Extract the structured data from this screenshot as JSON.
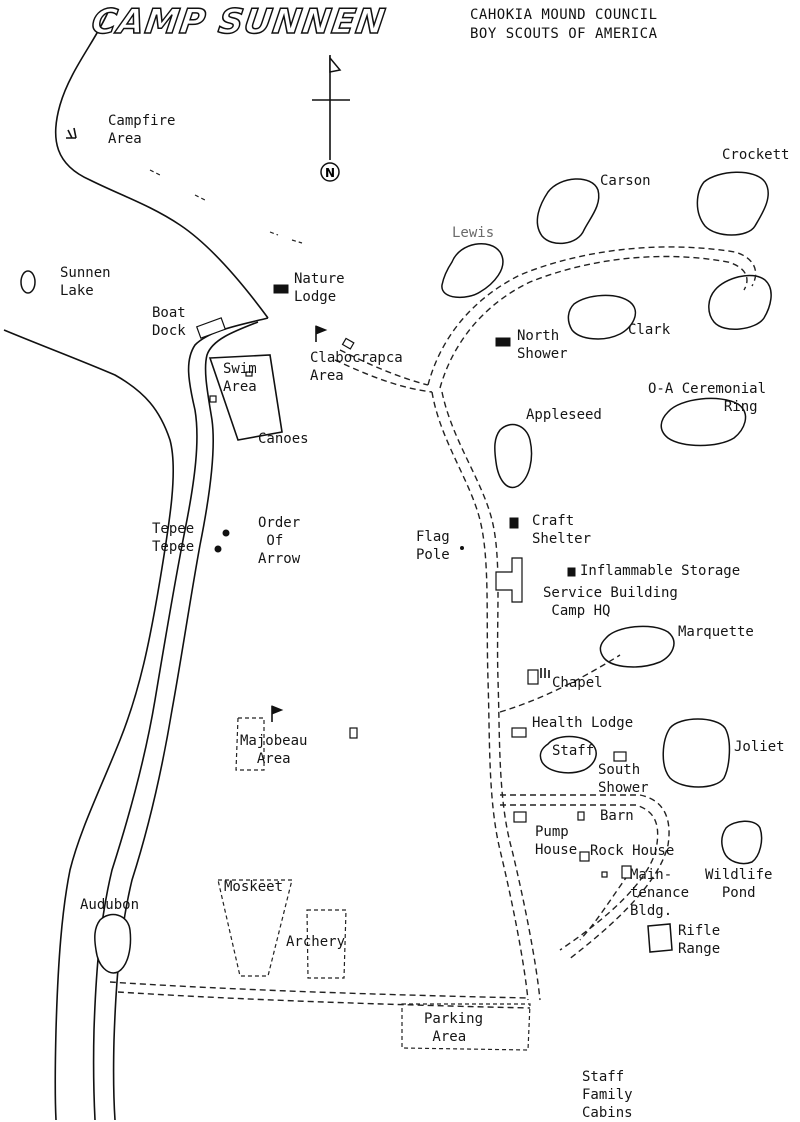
{
  "title": "CAMP SUNNEN",
  "council": {
    "line1": "CAHOKIA MOUND COUNCIL",
    "line2": "BOY SCOUTS OF AMERICA"
  },
  "compass": {
    "letter": "N"
  },
  "labels": {
    "campfire_area": "Campfire\nArea",
    "sunnen_lake": "Sunnen\nLake",
    "boat_dock": "Boat\nDock",
    "nature_lodge": "Nature\nLodge",
    "swim_area": "Swim\nArea",
    "canoes": "Canoes",
    "clabocrapca_area": "Clabocrapca\nArea",
    "lewis": "Lewis",
    "carson": "Carson",
    "crockett": "Crockett",
    "north_shower": "North\nShower",
    "clark": "Clark",
    "oa_ring": "O-A Ceremonial\n         Ring",
    "appleseed": "Appleseed",
    "tepee_1": "Tepee",
    "tepee_2": "Tepee",
    "order_of_arrow": "Order\n Of\nArrow",
    "flag_pole": "Flag\nPole",
    "craft_shelter": "Craft\nShelter",
    "inflammable_storage": "Inflammable Storage",
    "service_building": "Service Building\n Camp HQ",
    "marquette": "Marquette",
    "chapel": "Chapel",
    "majobeau_area": "Majobeau\n  Area",
    "health_lodge": "Health Lodge",
    "staff": "Staff",
    "joliet": "Joliet",
    "south_shower": "South\nShower",
    "barn": "Barn",
    "pump_house": "Pump\nHouse",
    "rock_house": "Rock House",
    "maintenance_bldg": "Main-\ntenance\nBldg.",
    "wildlife_pond": "Wildlife\n  Pond",
    "audubon": "Audubon",
    "moskeet": "Moskeet",
    "archery": "Archery",
    "rifle_range": "Rifle\nRange",
    "parking_area": "Parking\n Area",
    "staff_family_cabins": "Staff\nFamily\nCabins"
  }
}
